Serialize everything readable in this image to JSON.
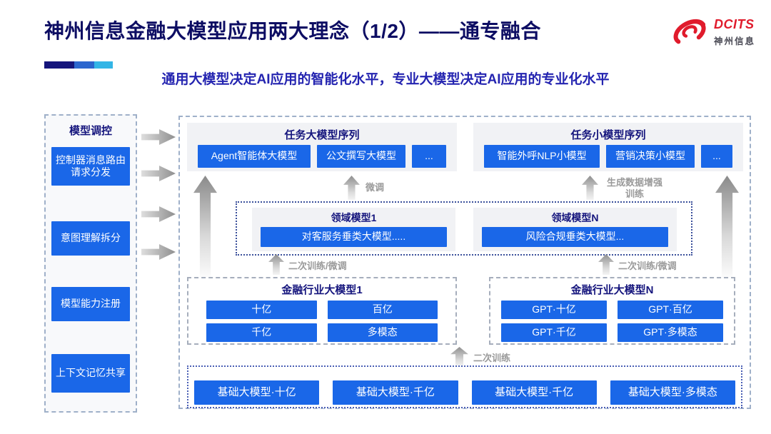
{
  "header": {
    "title": "神州信息金融大模型应用两大理念（1/2）——通专融合",
    "subtitle": "通用大模型决定AI应用的智能化水平，专业大模型决定AI应用的专业化水平",
    "logo": {
      "brand": "DCITS",
      "brand_cn": "神州信息"
    }
  },
  "colors": {
    "accent_blue": "#1A67E8",
    "heading_navy": "#15157D",
    "title_navy": "#0D0D63",
    "subtitle_blue": "#2424B0",
    "logo_red": "#E01B2C",
    "arrow_label_gray": "#9A9A9A",
    "panel_gray": "#F1F2F5"
  },
  "sidebar": {
    "header": "模型调控",
    "items": [
      {
        "label": "控制器消息路由请求分发"
      },
      {
        "label": "意图理解拆分"
      },
      {
        "label": "模型能力注册"
      },
      {
        "label": "上下文记忆共享"
      }
    ]
  },
  "task_panels": [
    {
      "title": "任务大模型序列",
      "boxes": [
        "Agent智能体大模型",
        "公文撰写大模型",
        "..."
      ]
    },
    {
      "title": "任务小模型序列",
      "boxes": [
        "智能外呼NLP小模型",
        "营销决策小模型",
        "..."
      ]
    }
  ],
  "domain_section": {
    "panels": [
      {
        "title": "领域模型1",
        "box": "对客服务垂类大模型....."
      },
      {
        "title": "领域模型N",
        "box": "风险合规垂类大模型..."
      }
    ]
  },
  "industry_panels": [
    {
      "title": "金融行业大模型1",
      "boxes": [
        "十亿",
        "百亿",
        "千亿",
        "多模态"
      ]
    },
    {
      "title": "金融行业大模型N",
      "boxes": [
        "GPT·十亿",
        "GPT·百亿",
        "GPT·千亿",
        "GPT·多模态"
      ]
    }
  ],
  "base_row": {
    "boxes": [
      "基础大模型·十亿",
      "基础大模型·千亿",
      "基础大模型·千亿",
      "基础大模型·多模态"
    ]
  },
  "arrow_labels": {
    "fine_tune": "微调",
    "gen_data_line1": "生成数据增强",
    "gen_data_line2": "训练",
    "retrain_finetune_left": "二次训练/微调",
    "retrain_finetune_right": "二次训练/微调",
    "retrain": "二次训练"
  }
}
